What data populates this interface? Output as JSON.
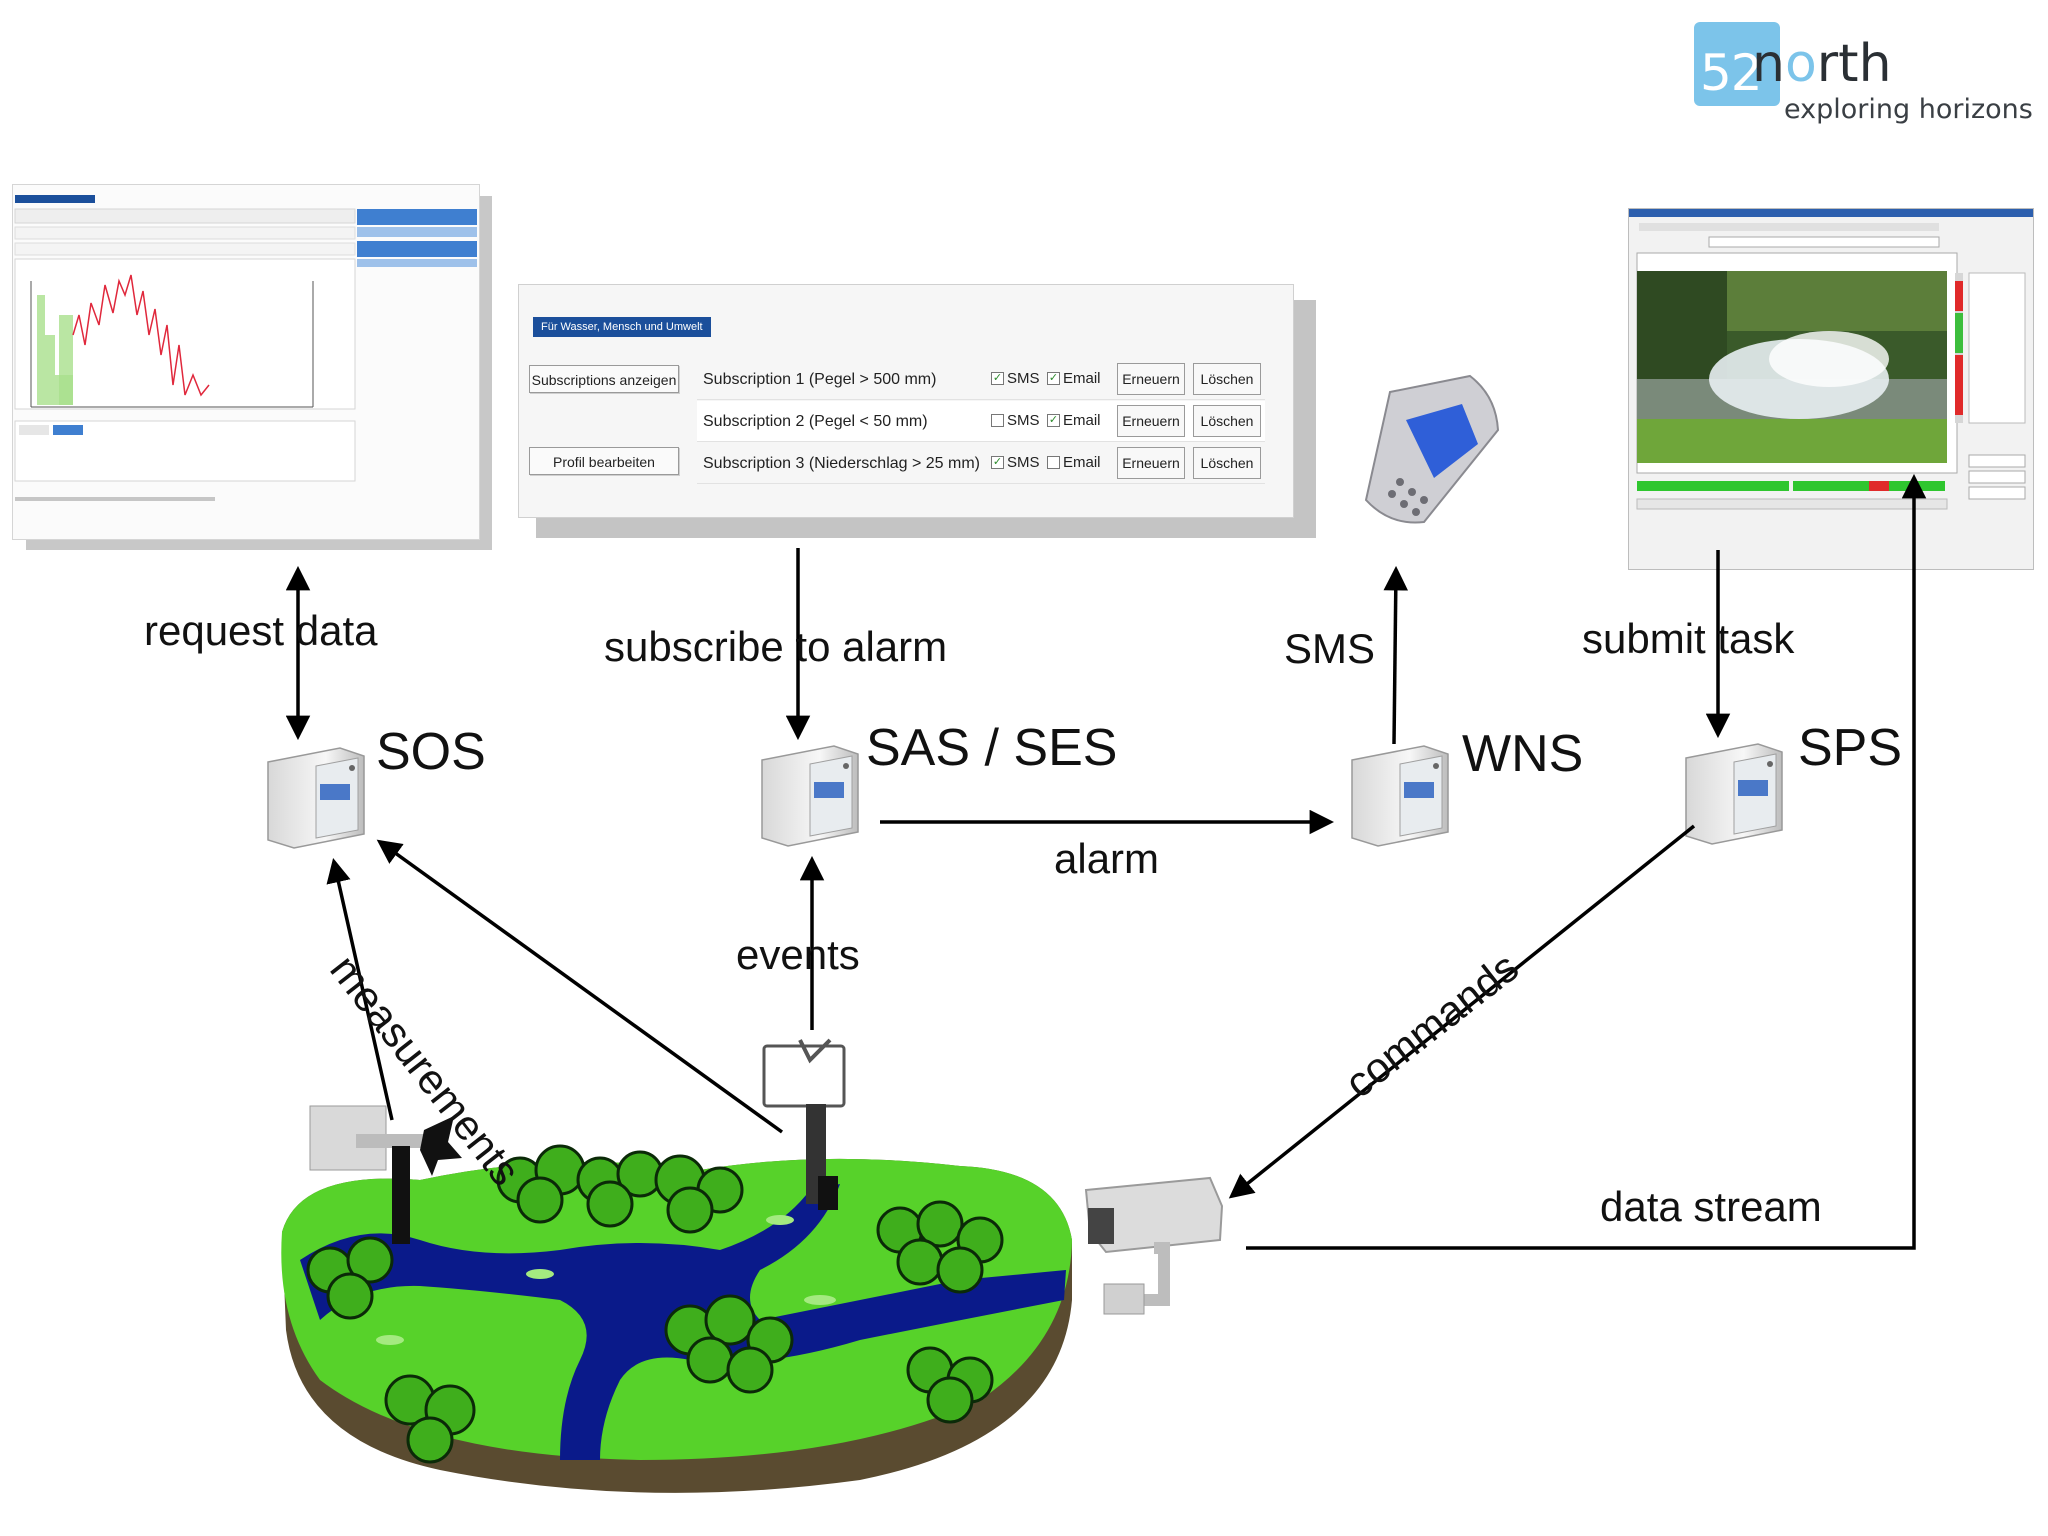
{
  "logo": {
    "numeral": "52",
    "word_before": "n",
    "word_accent": "o",
    "word_after": "rth",
    "tagline": "exploring horizons"
  },
  "services": {
    "sos": "SOS",
    "sas_ses": "SAS / SES",
    "wns": "WNS",
    "sps": "SPS"
  },
  "flows": {
    "request_data": "request data",
    "subscribe_to_alarm": "subscribe to alarm",
    "sms": "SMS",
    "submit_task": "submit task",
    "alarm": "alarm",
    "events": "events",
    "measurements": "measurements",
    "commands": "commands",
    "data_stream": "data stream"
  },
  "subscription_panel": {
    "title": "Für Wasser, Mensch und Umwelt",
    "show_button": "Subscriptions anzeigen",
    "profile_button": "Profil bearbeiten",
    "rows": [
      {
        "text": "Subscription 1 (Pegel > 500 mm)",
        "sms": true,
        "email": true,
        "renew": "Erneuern",
        "delete": "Löschen"
      },
      {
        "text": "Subscription 2 (Pegel < 50 mm)",
        "sms": false,
        "email": true,
        "renew": "Erneuern",
        "delete": "Löschen"
      },
      {
        "text": "Subscription 3 (Niederschlag > 25 mm)",
        "sms": true,
        "email": false,
        "renew": "Erneuern",
        "delete": "Löschen"
      }
    ],
    "sms_label": "SMS",
    "email_label": "Email"
  },
  "colors": {
    "land": "#57d22a",
    "river": "#0a1a8a",
    "logo_accent": "#7cc4ea",
    "panel_title_bg": "#1b4f9b"
  }
}
